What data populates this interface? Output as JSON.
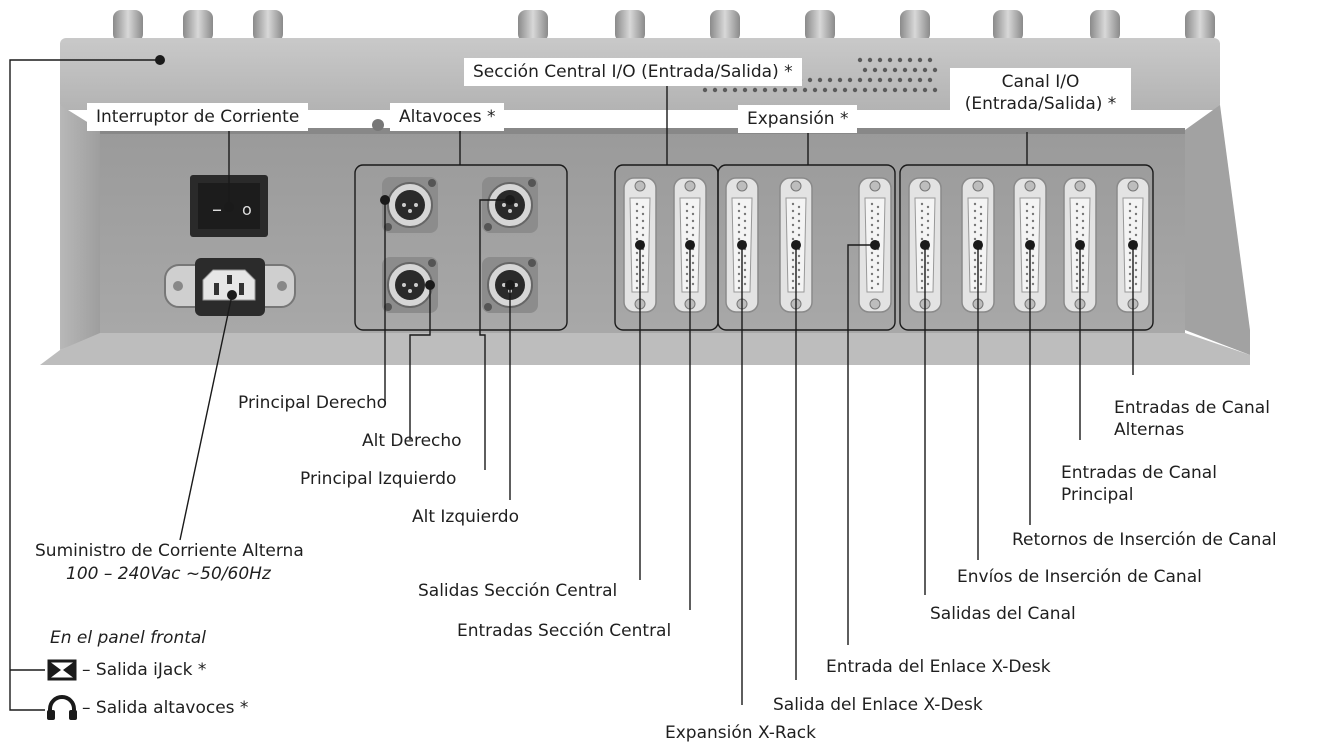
{
  "callouts": {
    "power_switch": "Interruptor de Corriente",
    "speakers": "Altavoces *",
    "central_io": "Sección Central I/O (Entrada/Salida) *",
    "expansion": "Expansión *",
    "channel_io_line1": "Canal I/O",
    "channel_io_line2": "(Entrada/Salida) *"
  },
  "labels": {
    "principal_derecho": "Principal Derecho",
    "alt_derecho": "Alt Derecho",
    "principal_izquierdo": "Principal Izquierdo",
    "alt_izquierdo": "Alt Izquierdo",
    "ac_supply": "Suministro de Corriente Alterna",
    "ac_spec": "100 – 240Vac ~50/60Hz",
    "salidas_seccion_central": "Salidas Sección Central",
    "entradas_seccion_central": "Entradas Sección Central",
    "expansion_xrack": "Expansión X-Rack",
    "salida_enlace": "Salida del Enlace X-Desk",
    "entrada_enlace": "Entrada del Enlace X-Desk",
    "salidas_canal": "Salidas del Canal",
    "envios_insercion": "Envíos de Inserción de Canal",
    "retornos_insercion": "Retornos de Inserción de Canal",
    "entradas_principal_1": "Entradas de Canal",
    "entradas_principal_2": "Principal",
    "entradas_alternas_1": "Entradas de Canal",
    "entradas_alternas_2": "Alternas"
  },
  "front_panel": {
    "title": "En el panel frontal",
    "ijack_out": "– Salida iJack *",
    "headphones_out": "– Salida altavoces *"
  },
  "switch_symbols": {
    "off": "–",
    "on": "o"
  },
  "icons": [
    "ijack-icon",
    "headphones-icon",
    "xlr-connector-icon",
    "dsub-connector-icon",
    "iec-power-inlet-icon",
    "rocker-switch-icon"
  ]
}
